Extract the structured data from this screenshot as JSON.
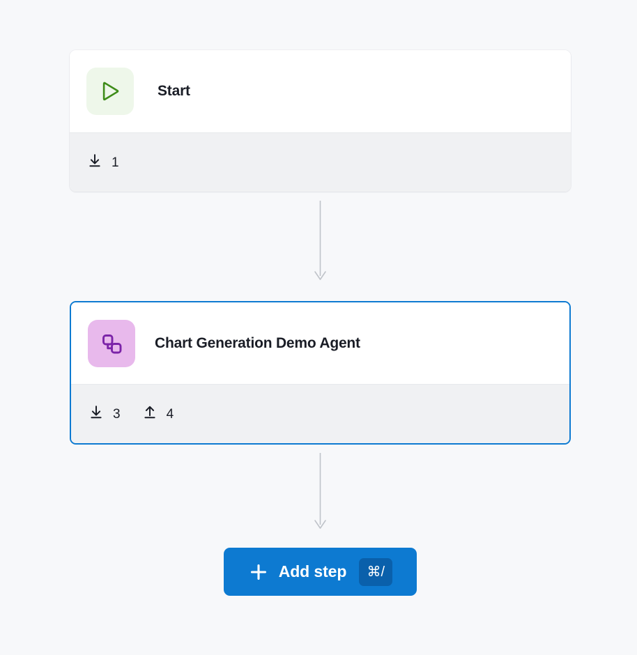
{
  "canvas": {
    "background_color": "#f7f8fa"
  },
  "nodes": [
    {
      "id": "start",
      "title": "Start",
      "icon_name": "play-triangle-icon",
      "icon_color": "#3e8c19",
      "icon_bg_color": "#eef7ea",
      "selected": false,
      "stats": [
        {
          "icon_name": "download-icon",
          "label": "inputs",
          "count": "1"
        }
      ]
    },
    {
      "id": "chart-generation-demo-agent",
      "title": "Chart Generation Demo Agent",
      "icon_name": "connected-nodes-icon",
      "icon_color": "#7b23a8",
      "icon_bg_color": "#e8b9ec",
      "selected": true,
      "selection_color": "#0d7ad1",
      "stats": [
        {
          "icon_name": "download-icon",
          "label": "inputs",
          "count": "3"
        },
        {
          "icon_name": "upload-icon",
          "label": "outputs",
          "count": "4"
        }
      ]
    }
  ],
  "connectors": [
    {
      "from": "start",
      "to": "chart-generation-demo-agent",
      "color": "#bfc3c9"
    },
    {
      "from": "chart-generation-demo-agent",
      "to": "add-step-button",
      "color": "#bfc3c9"
    }
  ],
  "add_step": {
    "label": "Add step",
    "plus_icon_name": "plus-icon",
    "shortcut": "⌘/",
    "background_color": "#0d7ad1",
    "shortcut_background_color": "#0a60ab"
  }
}
